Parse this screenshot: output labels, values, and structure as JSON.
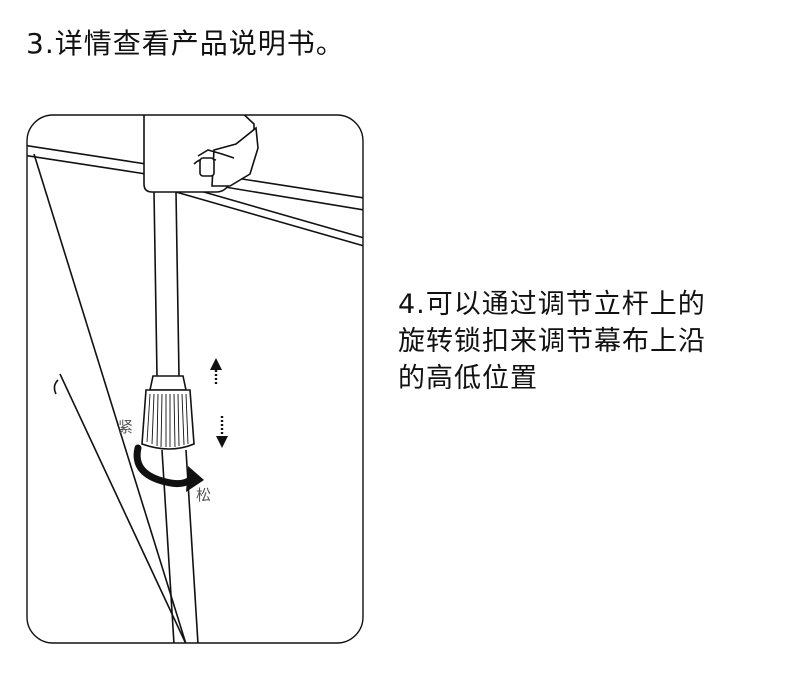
{
  "step3": {
    "text": "3.详情查看产品说明书。"
  },
  "step4": {
    "lines": [
      "4.可以通过调节立杆上的",
      "旋转锁扣来调节幕布上沿",
      "的高低位置"
    ]
  },
  "illustration": {
    "label_tighten": "紧",
    "label_loosen": "松",
    "icons": [
      "up-arrow-icon",
      "down-arrow-icon",
      "rotate-arrow-icon"
    ]
  }
}
